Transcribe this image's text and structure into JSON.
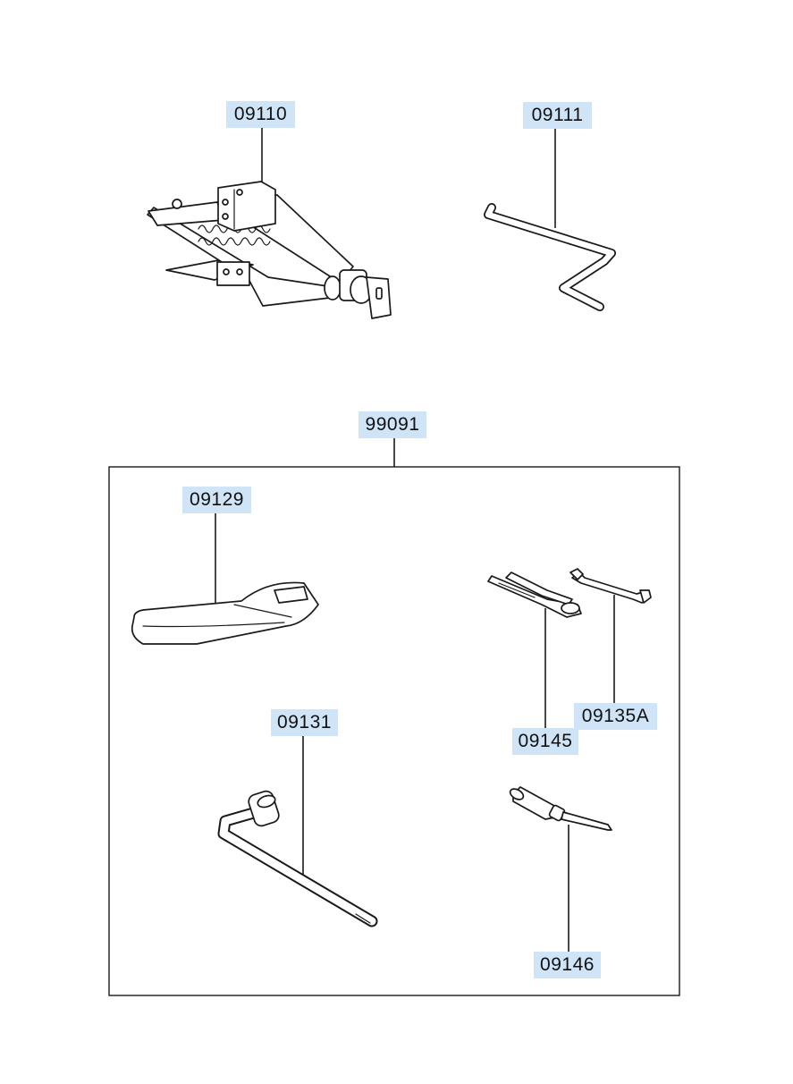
{
  "colors": {
    "label_highlight": "#cfe5f7",
    "line": "#1a1a1a",
    "background": "#ffffff"
  },
  "parts": {
    "jack": {
      "number": "09110"
    },
    "jack_handle": {
      "number": "09111"
    },
    "tool_kit": {
      "number": "99091"
    },
    "tool_bag": {
      "number": "09129"
    },
    "wheel_wrench": {
      "number": "09131"
    },
    "pliers": {
      "number": "09145"
    },
    "spanner": {
      "number": "09135A"
    },
    "screwdriver": {
      "number": "09146"
    }
  }
}
